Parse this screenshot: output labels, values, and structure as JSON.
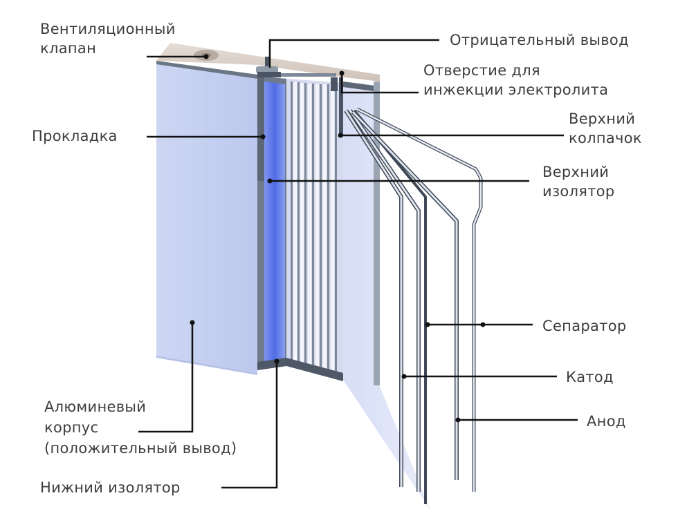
{
  "labels": {
    "vent_valve": [
      "Вентиляционный",
      "клапан"
    ],
    "negative_terminal": "Отрицательный вывод",
    "electrolyte_hole": [
      "Отверстие для",
      "инжекции электролита"
    ],
    "gasket": "Прокладка",
    "top_cap": [
      "Верхний",
      "колпачок"
    ],
    "top_insulator": [
      "Верхний",
      "изолятор"
    ],
    "separator": "Сепаратор",
    "cathode": "Катод",
    "anode": "Анод",
    "aluminum_case": [
      "Алюминевый",
      "корпус",
      "(положительный вывод)"
    ],
    "bottom_insulator": "Нижний изолятор"
  },
  "colors": {
    "case_face": "#c9d3f0",
    "case_side": "#dde3f7",
    "top_cover": "#d9cdc4",
    "electrode_blue": "#5d78e8",
    "metal_dark": "#55606e",
    "leader": "#111111",
    "text": "#3d3d3d"
  }
}
